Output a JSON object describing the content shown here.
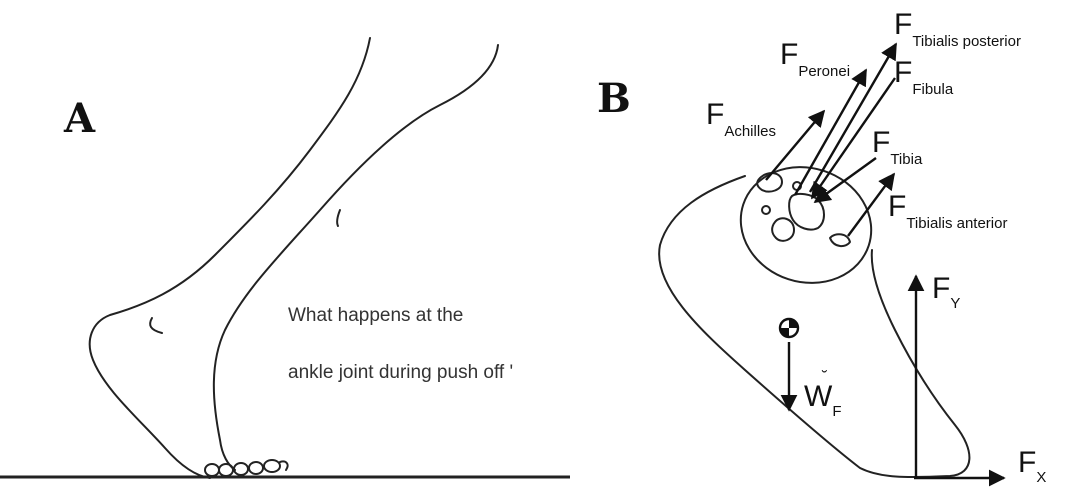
{
  "panel_a": {
    "label": "A",
    "caption_line1": "What happens at the",
    "caption_line2": "ankle joint during push off '"
  },
  "panel_b": {
    "label": "B",
    "forces": {
      "peronei": {
        "main": "F",
        "sub": "Peronei"
      },
      "tibialis_posterior": {
        "main": "F",
        "sub": "Tibialis posterior"
      },
      "fibula": {
        "main": "F",
        "sub": "Fibula"
      },
      "achilles": {
        "main": "F",
        "sub": "Achilles"
      },
      "tibia": {
        "main": "F",
        "sub": "Tibia"
      },
      "tibialis_anterior": {
        "main": "F",
        "sub": "Tibialis anterior"
      },
      "fy": {
        "main": "F",
        "sub": "Y"
      },
      "fx": {
        "main": "F",
        "sub": "X"
      },
      "weight": {
        "main": "W",
        "sub": "F"
      }
    }
  }
}
